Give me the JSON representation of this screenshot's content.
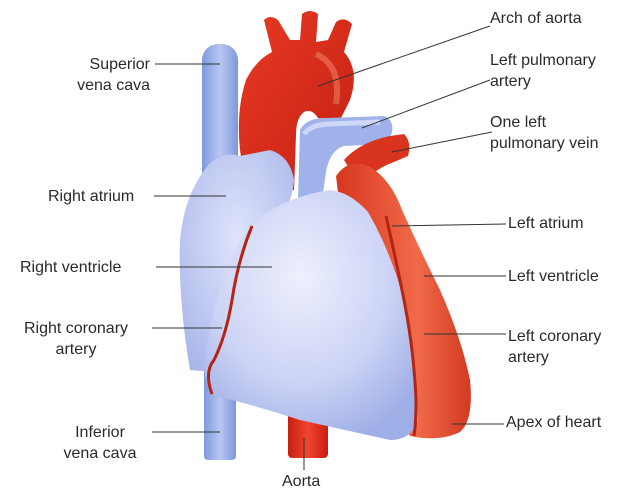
{
  "colors": {
    "blue_vessel": "#8fa8e6",
    "blue_light": "#c9d0f4",
    "red_vessel": "#e0301c",
    "red_side": "#e8563a",
    "coronary": "#b42414"
  },
  "labels": {
    "superior_vena_cava": [
      "Superior",
      "vena cava"
    ],
    "right_atrium": "Right atrium",
    "right_ventricle": "Right ventricle",
    "right_coronary_artery": [
      "Right coronary",
      "artery"
    ],
    "inferior_vena_cava": [
      "Inferior",
      "vena cava"
    ],
    "aorta_bottom": "Aorta",
    "arch_of_aorta": "Arch of aorta",
    "left_pulmonary_artery": [
      "Left pulmonary",
      "artery"
    ],
    "one_left_pulmonary_vein": [
      "One left",
      "pulmonary vein"
    ],
    "left_atrium": "Left atrium",
    "left_ventricle": "Left ventricle",
    "left_coronary_artery": [
      "Left coronary",
      "artery"
    ],
    "apex_of_heart": "Apex of heart"
  }
}
